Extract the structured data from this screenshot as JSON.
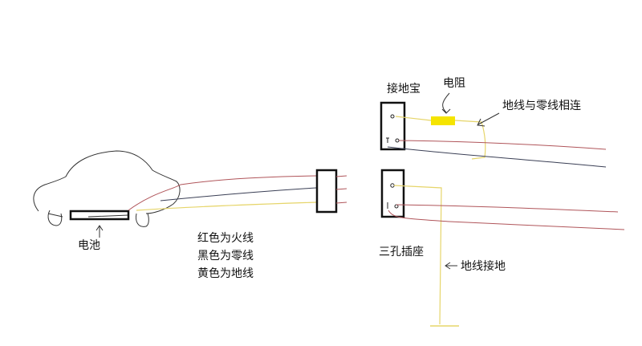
{
  "labels": {
    "battery": "电池",
    "ground_box": "接地宝",
    "resistor": "电阻",
    "ground_neutral_link": "地线与零线相连",
    "socket": "三孔插座",
    "ground_connection": "地线接地"
  },
  "legend": {
    "red": "红色为火线",
    "black": "黑色为零线",
    "yellow": "黄色为地线"
  },
  "colors": {
    "live": "#b0555a",
    "neutral": "#3a3f55",
    "ground": "#e6d56a",
    "resistor_fill": "#f5e400",
    "outline": "#111111"
  }
}
